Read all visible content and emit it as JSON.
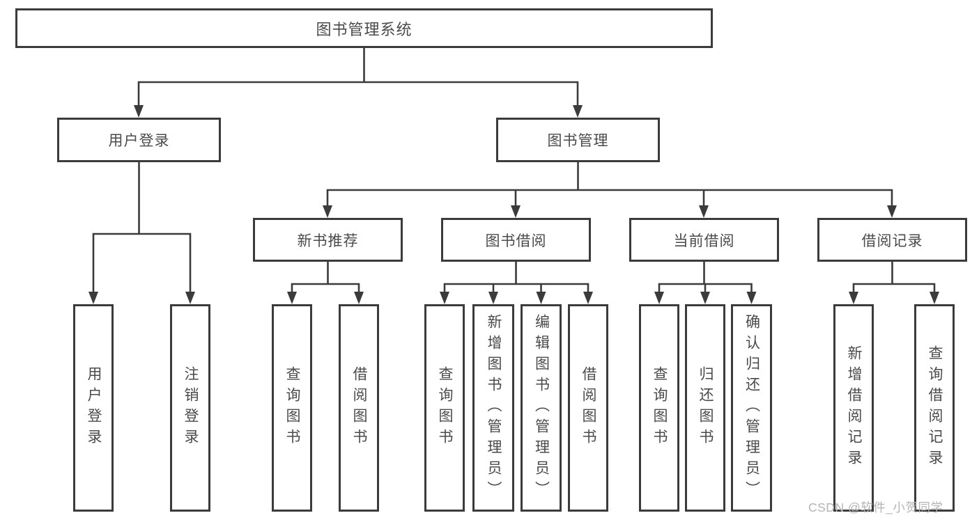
{
  "diagram_title": "图书管理系统",
  "colors": {
    "line": "#3b3b3b",
    "box_border": "#3b3b3b",
    "box_fill": "#ffffff",
    "text": "#4a4a4a",
    "watermark": "#b4b4b4",
    "background": "#ffffff"
  },
  "tree": {
    "root": {
      "label": "图书管理系统"
    },
    "branches": [
      {
        "label": "用户登录",
        "children": [
          {
            "label": "用户登录"
          },
          {
            "label": "注销登录"
          }
        ]
      },
      {
        "label": "图书管理",
        "children": [
          {
            "label": "新书推荐",
            "children": [
              {
                "label": "查询图书"
              },
              {
                "label": "借阅图书"
              }
            ]
          },
          {
            "label": "图书借阅",
            "children": [
              {
                "label": "查询图书"
              },
              {
                "label": "新增图书（管理员）"
              },
              {
                "label": "编辑图书（管理员）"
              },
              {
                "label": "借阅图书"
              }
            ]
          },
          {
            "label": "当前借阅",
            "children": [
              {
                "label": "查询图书"
              },
              {
                "label": "归还图书"
              },
              {
                "label": "确认归还（管理员）"
              }
            ]
          },
          {
            "label": "借阅记录",
            "children": [
              {
                "label": "新增借阅记录"
              },
              {
                "label": "查询借阅记录"
              }
            ]
          }
        ]
      }
    ]
  },
  "watermark": {
    "text": "CSDN @软件_小贺同学"
  }
}
